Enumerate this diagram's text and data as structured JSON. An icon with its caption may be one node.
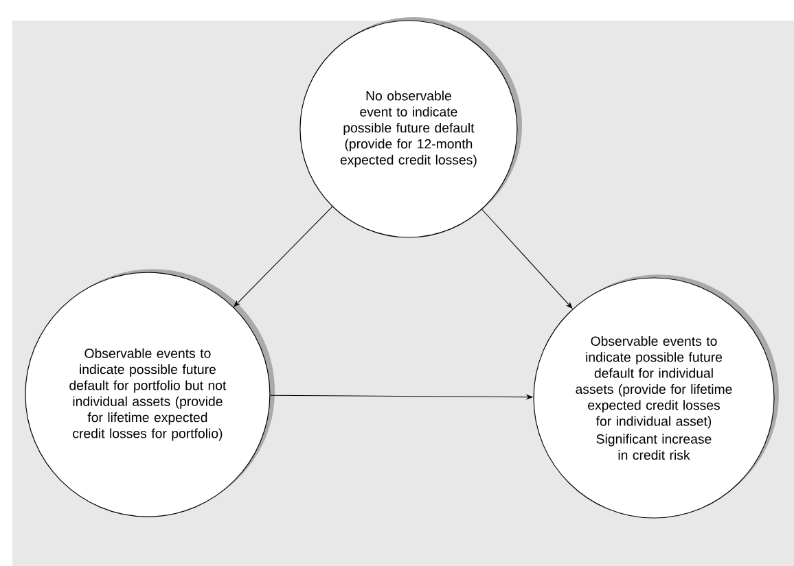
{
  "diagram": {
    "nodes": [
      {
        "text": [
          "No observable event to indicate possible future default (provide for 12-month expected credit losses)"
        ]
      },
      {
        "text": [
          "Observable events to indicate possible future default for portfolio but not individual assets (provide for lifetime expected credit losses for portfolio)"
        ]
      },
      {
        "text": [
          "Observable events to indicate possible future default for individual assets (provide for lifetime expected credit losses for individual asset)",
          "Significant increase in credit risk"
        ]
      }
    ],
    "edges": [
      {
        "from": 0,
        "to": 1,
        "arrow": "to"
      },
      {
        "from": 0,
        "to": 2,
        "arrow": "to"
      },
      {
        "from": 1,
        "to": 2,
        "arrow": "to"
      }
    ]
  }
}
